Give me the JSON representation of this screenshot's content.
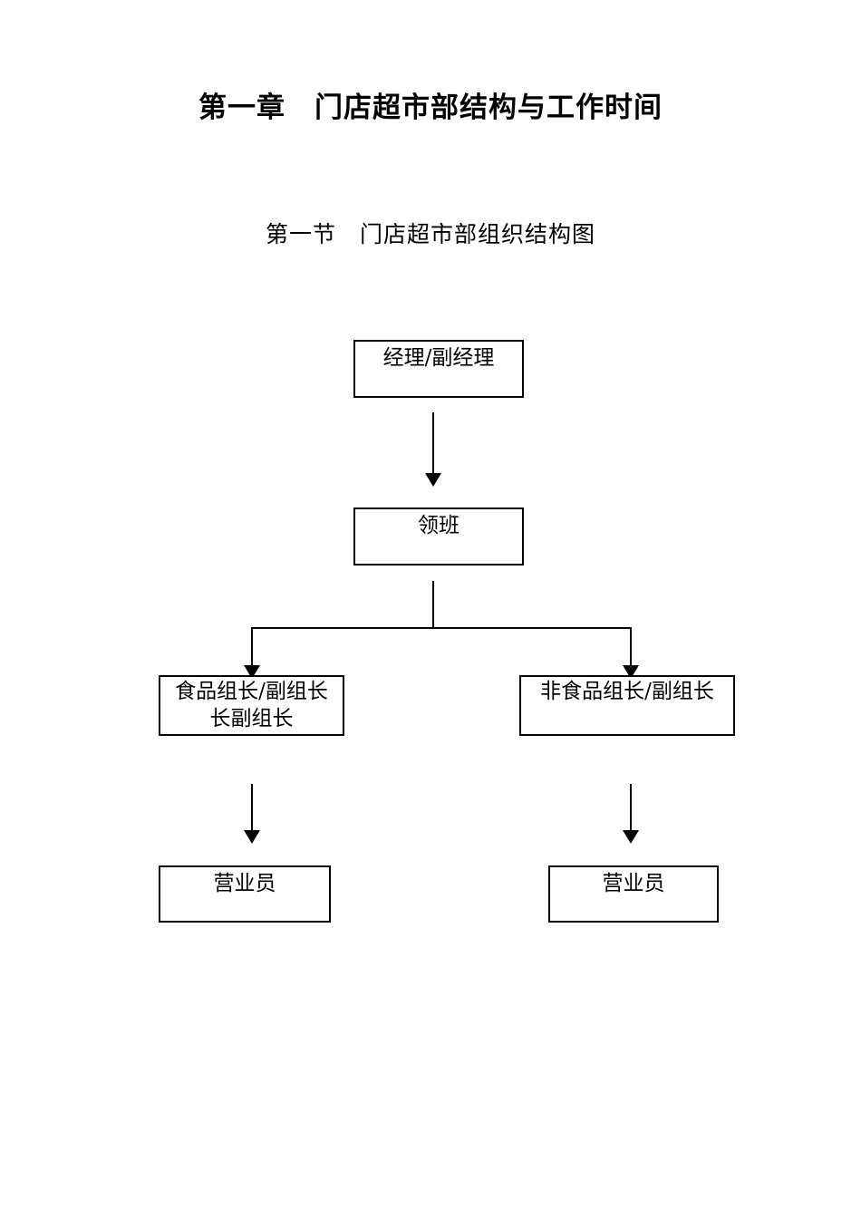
{
  "document": {
    "chapter_title": "第一章　门店超市部结构与工作时间",
    "section_title": "第一节　门店超市部组织结构图",
    "background_color": "#ffffff",
    "ink_color": "#000000"
  },
  "orgchart": {
    "title": "门店超市部组织结构图",
    "nodes": [
      {
        "id": "manager",
        "label": "经理/副经理",
        "line2": ""
      },
      {
        "id": "supervisor",
        "label": "领班",
        "line2": ""
      },
      {
        "id": "food_lead",
        "label": "食品组长/副组长",
        "line2": "长副组长"
      },
      {
        "id": "nonfood_lead",
        "label": "非食品组长/副组长",
        "line2": ""
      },
      {
        "id": "clerk_left",
        "label": "营业员",
        "line2": ""
      },
      {
        "id": "clerk_right",
        "label": "营业员",
        "line2": ""
      }
    ],
    "edges": [
      {
        "from": "manager",
        "to": "supervisor",
        "style": "arrow"
      },
      {
        "from": "supervisor",
        "to": "food_lead",
        "style": "elbow-arrow"
      },
      {
        "from": "supervisor",
        "to": "nonfood_lead",
        "style": "elbow-arrow"
      },
      {
        "from": "food_lead",
        "to": "clerk_left",
        "style": "arrow"
      },
      {
        "from": "nonfood_lead",
        "to": "clerk_right",
        "style": "arrow"
      }
    ]
  }
}
